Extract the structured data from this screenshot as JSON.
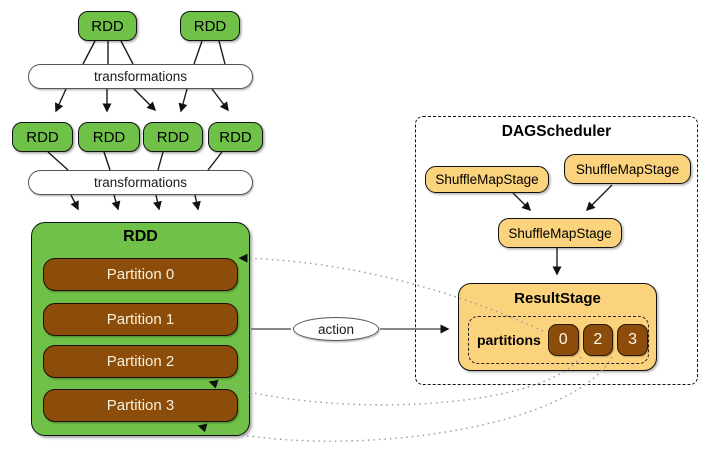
{
  "lineage": {
    "top_rdds": [
      "RDD",
      "RDD"
    ],
    "transformations_pill_1": "transformations",
    "mid_rdds": [
      "RDD",
      "RDD",
      "RDD",
      "RDD"
    ],
    "transformations_pill_2": "transformations",
    "main_rdd": {
      "title": "RDD",
      "partitions": [
        "Partition 0",
        "Partition 1",
        "Partition 2",
        "Partition 3"
      ]
    }
  },
  "action": {
    "label": "action"
  },
  "dag_scheduler": {
    "title": "DAGScheduler",
    "shuffle_map_stages": [
      "ShuffleMapStage",
      "ShuffleMapStage",
      "ShuffleMapStage"
    ],
    "result_stage": {
      "title": "ResultStage",
      "partitions_label": "partitions",
      "partition_ids": [
        "0",
        "2",
        "3"
      ]
    }
  },
  "colors": {
    "rdd_green": "#6fc247",
    "partition_brown": "#8c4c0a",
    "stage_yellow": "#fbd37d",
    "connector_black": "#1a1a1a",
    "action_line_gray": "#777777",
    "dotted_line_gray": "#999999"
  }
}
